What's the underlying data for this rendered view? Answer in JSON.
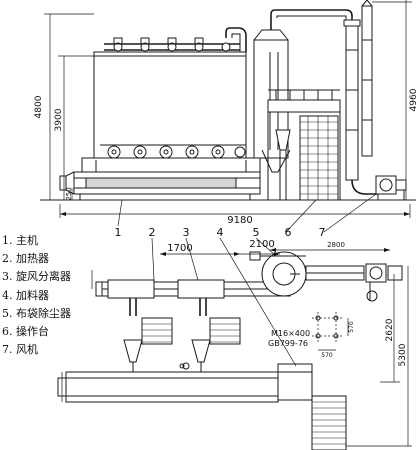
{
  "legend": [
    "1. 主机",
    "2. 加热器",
    "3. 旋风分离器",
    "4. 加料器",
    "5. 布袋除尘器",
    "6. 操作台",
    "7. 风机"
  ],
  "dimensions": {
    "h_4800": "4800",
    "h_3900": "3900",
    "h_4960": "4960",
    "h_250": "250",
    "w_9180": "9180",
    "w_1700": "1700",
    "w_2100": "2100",
    "w_2800": "2800",
    "h_2620": "2620",
    "h_5300": "5300",
    "h_570": "570",
    "w_570": "570",
    "bolt_spec": "M16×400",
    "bolt_std": "GB799-76"
  },
  "callouts": [
    "1",
    "2",
    "3",
    "4",
    "5",
    "6",
    "7"
  ]
}
